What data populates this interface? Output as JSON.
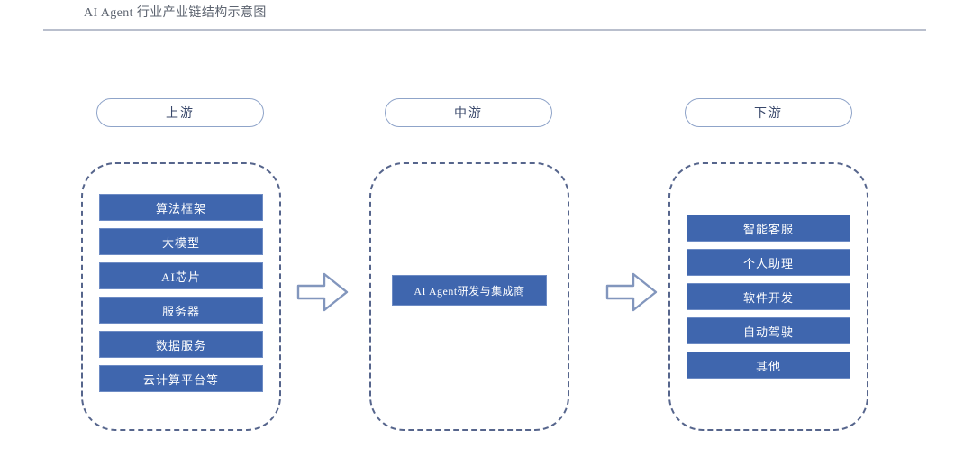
{
  "header": {
    "title": "AI Agent 行业产业链结构示意图"
  },
  "diagram": {
    "type": "industry-chain-structure",
    "stages": [
      {
        "key": "upstream",
        "label": "上游",
        "items": [
          "算法框架",
          "大模型",
          "AI芯片",
          "服务器",
          "数据服务",
          "云计算平台等"
        ]
      },
      {
        "key": "midstream",
        "label": "中游",
        "items": [
          "AI Agent研发与集成商"
        ]
      },
      {
        "key": "downstream",
        "label": "下游",
        "items": [
          "智能客服",
          "个人助理",
          "软件开发",
          "自动驾驶",
          "其他"
        ]
      }
    ],
    "arrows": [
      {
        "name": "upstream-to-midstream",
        "direction": "right"
      },
      {
        "name": "midstream-to-downstream",
        "direction": "right"
      }
    ]
  },
  "colors": {
    "item_fill": "#3f66ae",
    "item_border": "#6d8bc4",
    "item_text": "#ffffff",
    "label_border": "#8fa4c9",
    "label_text": "#38476a",
    "container_dash": "#56658c",
    "title_text": "#5d6470",
    "rule": "#b9bfcd",
    "arrow_stroke": "#8296bd",
    "arrow_fill": "#ffffff",
    "background": "#ffffff"
  }
}
